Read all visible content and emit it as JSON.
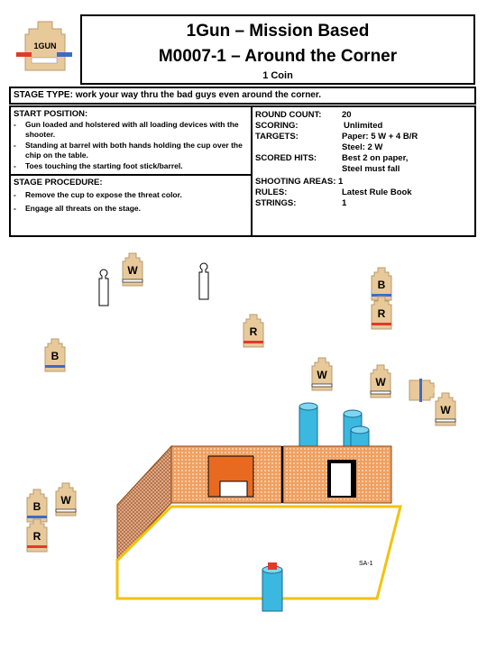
{
  "logo": {
    "text": "1GUN"
  },
  "header": {
    "title_line1": "1Gun – Mission Based",
    "title_line2": "M0007-1 – Around the Corner",
    "subtitle": "1 Coin"
  },
  "stage_type": "STAGE TYPE: work your way thru the bad guys even around the corner.",
  "start_position": {
    "heading": "START POSITION:",
    "items": [
      "Gun loaded and holstered with all loading devices with the shooter.",
      "Standing at barrel with both hands holding the cup over the chip on the table.",
      "Toes touching the starting foot stick/barrel."
    ]
  },
  "stage_procedure": {
    "heading": "STAGE PROCEDURE:",
    "items": [
      "Remove the cup to expose the threat color.",
      "Engage all threats on the stage."
    ]
  },
  "stats": {
    "round_count_label": "ROUND COUNT:",
    "round_count_value": "20",
    "scoring_label": "SCORING:",
    "scoring_value": "Unlimited",
    "targets_label": "TARGETS:",
    "targets_value_1": "Paper: 5 W + 4 B/R",
    "targets_value_2": "Steel: 2 W",
    "scored_hits_label": "SCORED HITS:",
    "scored_hits_value_1": "Best 2 on paper,",
    "scored_hits_value_2": "Steel must fall",
    "shooting_areas_label": "SHOOTING AREAS:",
    "shooting_areas_value": "1",
    "rules_label": "RULES:",
    "rules_value": "Latest Rule Book",
    "strings_label": "STRINGS:",
    "strings_value": "1"
  },
  "diagram": {
    "shooting_area_label": "SA-1",
    "target_letters": {
      "white": "W",
      "blue": "B",
      "red": "R"
    },
    "colors": {
      "target_tan": "#e8c99a",
      "blue_band": "#3a6cc8",
      "red_band": "#e03a2a",
      "wall_orange": "#f0a060",
      "fault_line": "#f4c20d",
      "barrel": "#3ab8e0"
    }
  }
}
